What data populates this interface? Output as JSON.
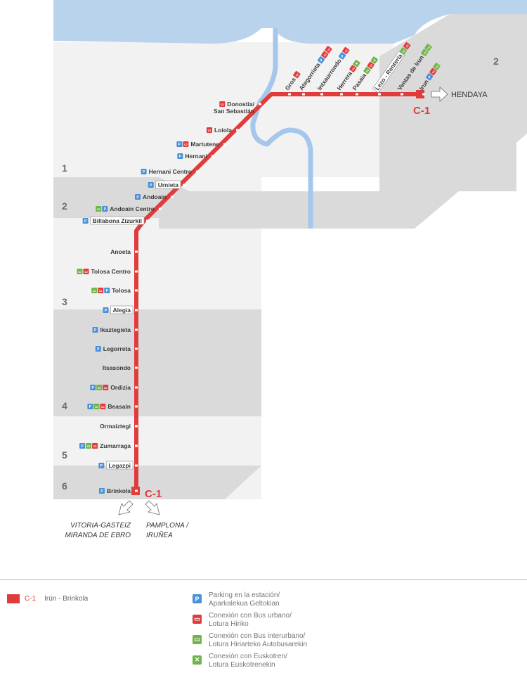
{
  "line": {
    "code": "C-1",
    "route": "Irún - Brinkola",
    "color": "#e03c3c"
  },
  "stations": [
    {
      "name": "Donostia/",
      "name2": "San Sebastián",
      "icons": [
        "bus"
      ]
    },
    {
      "name": "Loiola",
      "icons": [
        "bus"
      ]
    },
    {
      "name": "Martutene",
      "icons": [
        "parking",
        "bus"
      ]
    },
    {
      "name": "Hernani",
      "icons": [
        "parking"
      ]
    },
    {
      "name": "Hernani Centro",
      "icons": [
        "parking"
      ]
    },
    {
      "name": "Urnieta",
      "icons": [
        "parking"
      ],
      "boxed": true
    },
    {
      "name": "Andoain",
      "icons": [
        "parking"
      ]
    },
    {
      "name": "Andoain Centro",
      "icons": [
        "interurban",
        "parking"
      ]
    },
    {
      "name": "Billabona Zizurkil",
      "icons": [
        "parking"
      ],
      "boxed": true
    },
    {
      "name": "Anoeta",
      "icons": []
    },
    {
      "name": "Tolosa Centro",
      "icons": [
        "interurban",
        "bus"
      ]
    },
    {
      "name": "Tolosa",
      "icons": [
        "interurban",
        "bus",
        "parking"
      ]
    },
    {
      "name": "Alegia",
      "icons": [
        "parking"
      ],
      "boxed": true
    },
    {
      "name": "Ikaztegieta",
      "icons": [
        "parking"
      ]
    },
    {
      "name": "Legorreta",
      "icons": [
        "parking"
      ]
    },
    {
      "name": "Itsasondo",
      "icons": []
    },
    {
      "name": "Ordizia",
      "icons": [
        "parking",
        "interurban",
        "bus"
      ]
    },
    {
      "name": "Beasain",
      "icons": [
        "parking",
        "interurban",
        "bus"
      ]
    },
    {
      "name": "Ormaiztegi",
      "icons": []
    },
    {
      "name": "Zumarraga",
      "icons": [
        "parking",
        "interurban",
        "bus"
      ]
    },
    {
      "name": "Legazpi",
      "icons": [
        "parking"
      ],
      "boxed": true
    },
    {
      "name": "Brinkola",
      "icons": [
        "parking"
      ]
    },
    {
      "name": "Gros",
      "icons": [
        "bus"
      ]
    },
    {
      "name": "Ategorrieta",
      "icons": [
        "parking",
        "bus",
        "bus"
      ]
    },
    {
      "name": "Intxaurrondo",
      "icons": [
        "parking",
        "bus"
      ]
    },
    {
      "name": "Herrera",
      "icons": [
        "bus",
        "euskotren"
      ]
    },
    {
      "name": "Pasaia",
      "icons": [
        "interurban",
        "bus",
        "euskotren"
      ]
    },
    {
      "name": "Lezo - Rentería",
      "icons": [
        "interurban",
        "bus"
      ],
      "boxed": true
    },
    {
      "name": "Ventas de Irun",
      "icons": [
        "interurban",
        "interurban"
      ]
    },
    {
      "name": "Irun",
      "icons": [
        "parking",
        "bus",
        "interurban"
      ]
    }
  ],
  "zones": [
    "1",
    "2",
    "3",
    "4",
    "5",
    "6",
    "2"
  ],
  "destinations": {
    "hendaya": "HENDAYA",
    "south_a_1": "VITORIA-GASTEIZ",
    "south_a_2": "MIRANDA DE EBRO",
    "south_b_1": "PAMPLONA /",
    "south_b_2": "IRUÑEA"
  },
  "icon_glyphs": {
    "parking": "P",
    "bus": "▭",
    "interurban": "▭",
    "euskotren": "✕"
  },
  "colors": {
    "sea": "#b9d3ec",
    "river": "#a5c7ec",
    "zone_light": "#f2f2f2",
    "zone_dark": "#dadada",
    "parking": "#4a90d9",
    "bus": "#e03c3c",
    "interurban": "#6fb548",
    "euskotren": "#6fb548"
  },
  "legend": [
    {
      "icon": "parking",
      "glyph": "P",
      "line1": "Parking en la estación/",
      "line2": "Aparkalekua Geltokian"
    },
    {
      "icon": "bus",
      "glyph": "▭",
      "line1": "Conexión con Bus urbano/",
      "line2": "Lotura Hiriko"
    },
    {
      "icon": "interurban",
      "glyph": "▭",
      "line1": "Conexión con Bus interurbano/",
      "line2": "Lotura Hiriarteko Autobusarekin"
    },
    {
      "icon": "euskotren",
      "glyph": "✕",
      "line1": "Conexión con Euskotren/",
      "line2": "Lotura Euskotrenekin"
    }
  ]
}
